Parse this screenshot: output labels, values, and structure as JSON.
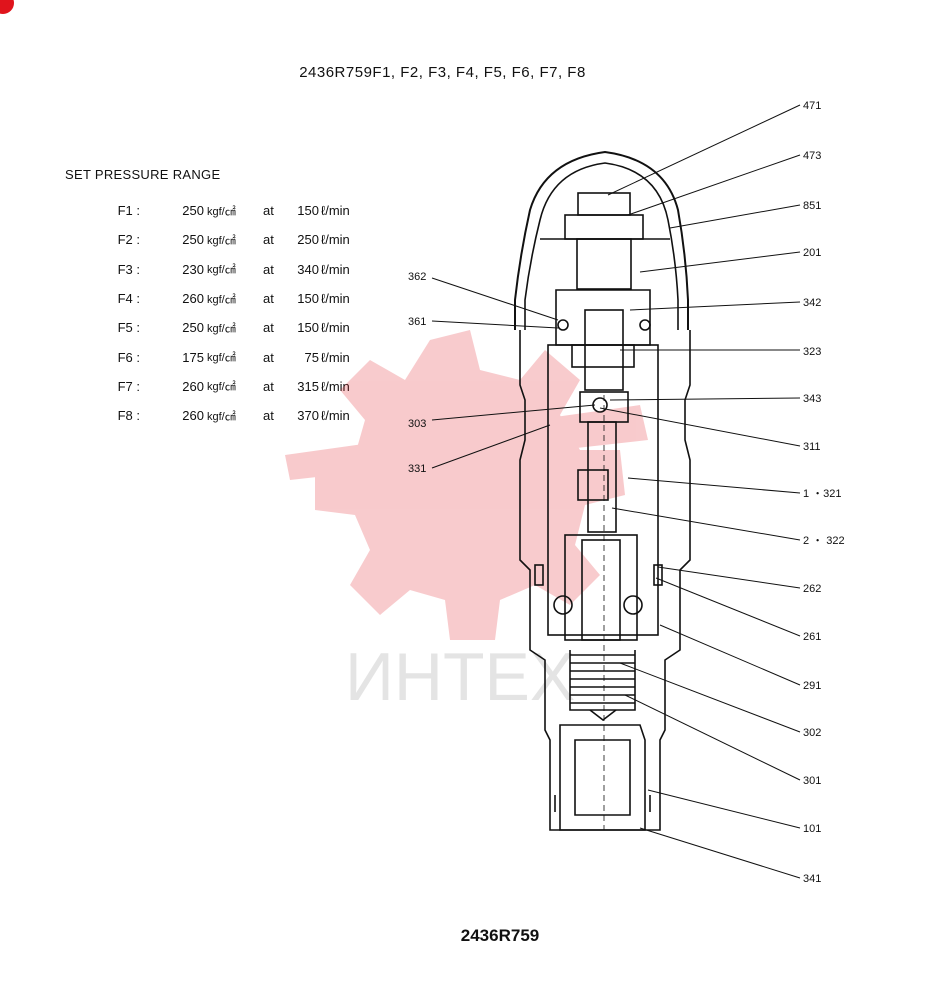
{
  "title": "2436R759F1, F2, F3, F4, F5, F6, F7, F8",
  "footer": "2436R759",
  "watermark": "ИНТЕХ",
  "accent_color": "#e0141c",
  "set_pressure": {
    "heading": "SET PRESSURE RANGE",
    "unit_pressure": "kgf/㎠",
    "at": "at",
    "unit_flow": "ℓ/min",
    "rows": [
      {
        "id": "F1 :",
        "pressure": "250",
        "flow": "150"
      },
      {
        "id": "F2 :",
        "pressure": "250",
        "flow": "250"
      },
      {
        "id": "F3 :",
        "pressure": "230",
        "flow": "340"
      },
      {
        "id": "F4 :",
        "pressure": "260",
        "flow": "150"
      },
      {
        "id": "F5 :",
        "pressure": "250",
        "flow": "150"
      },
      {
        "id": "F6 :",
        "pressure": "175",
        "flow": "75"
      },
      {
        "id": "F7 :",
        "pressure": "260",
        "flow": "315"
      },
      {
        "id": "F8 :",
        "pressure": "260",
        "flow": "370"
      }
    ]
  },
  "parts": {
    "p471": "471",
    "p473": "473",
    "p851": "851",
    "p201": "201",
    "p342": "342",
    "p323": "323",
    "p343": "343",
    "p311": "311",
    "p321": "1 ・321",
    "p322": "2 ・ 322",
    "p262": "262",
    "p261": "261",
    "p291": "291",
    "p302": "302",
    "p301": "301",
    "p101": "101",
    "p341": "341",
    "p362": "362",
    "p361": "361",
    "p303": "303",
    "p331": "331"
  }
}
